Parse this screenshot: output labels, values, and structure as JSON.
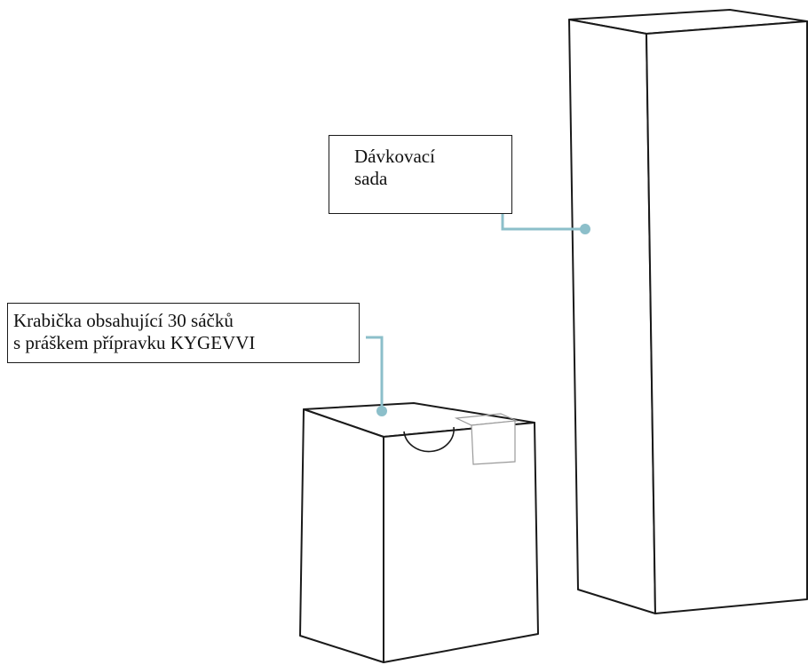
{
  "labels": {
    "dosing_kit": {
      "line1": "Dávkovací",
      "line2": "sada"
    },
    "sachet_carton": {
      "line1": "Krabička obsahující 30 sáčků",
      "line2": "s práškem přípravku KYGEVVI"
    }
  },
  "colors": {
    "outline": "#1a1a1a",
    "leader": "#8cbfca",
    "background": "#ffffff"
  }
}
